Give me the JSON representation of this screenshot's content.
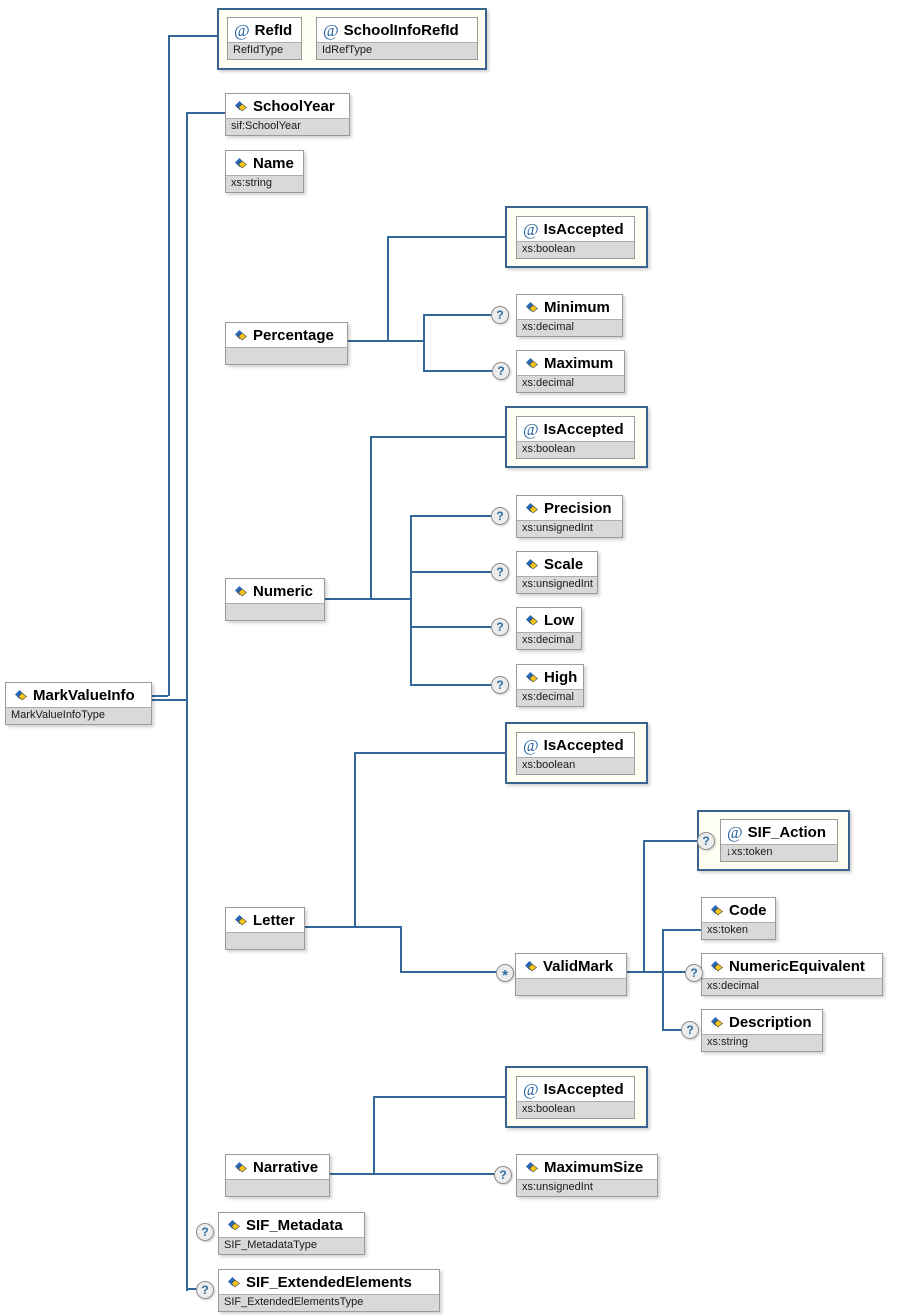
{
  "markers": {
    "attribute": "@",
    "optional": "?",
    "repeating": "*"
  },
  "colors": {
    "connector": "#336699",
    "attr_container_bg": "#fffff4",
    "attr_container_border": "#3b6591",
    "type_band_bg": "#d9d9d9",
    "box_border": "#9a9a9a",
    "icon_blue": "#2a66b5",
    "icon_yellow": "#f5c518",
    "marker_blue": "#2e6da4"
  },
  "nodes": {
    "markvalueinfo": {
      "label": "MarkValueInfo",
      "type": "MarkValueInfoType"
    },
    "refid": {
      "label": "RefId",
      "type": "RefIdType"
    },
    "schoolinforefid": {
      "label": "SchoolInfoRefId",
      "type": "IdRefType"
    },
    "schoolyear": {
      "label": "SchoolYear",
      "type": "sif:SchoolYear"
    },
    "name": {
      "label": "Name",
      "type": "xs:string"
    },
    "percentage": {
      "label": "Percentage",
      "type": ""
    },
    "percentage_isaccepted": {
      "label": "IsAccepted",
      "type": "xs:boolean"
    },
    "minimum": {
      "label": "Minimum",
      "type": "xs:decimal"
    },
    "maximum": {
      "label": "Maximum",
      "type": "xs:decimal"
    },
    "numeric": {
      "label": "Numeric",
      "type": ""
    },
    "numeric_isaccepted": {
      "label": "IsAccepted",
      "type": "xs:boolean"
    },
    "precision": {
      "label": "Precision",
      "type": "xs:unsignedInt"
    },
    "scale": {
      "label": "Scale",
      "type": "xs:unsignedInt"
    },
    "low": {
      "label": "Low",
      "type": "xs:decimal"
    },
    "high": {
      "label": "High",
      "type": "xs:decimal"
    },
    "letter": {
      "label": "Letter",
      "type": ""
    },
    "letter_isaccepted": {
      "label": "IsAccepted",
      "type": "xs:boolean"
    },
    "validmark": {
      "label": "ValidMark",
      "type": ""
    },
    "sif_action": {
      "label": "SIF_Action",
      "type": "↓xs:token"
    },
    "code": {
      "label": "Code",
      "type": "xs:token"
    },
    "numericequivalent": {
      "label": "NumericEquivalent",
      "type": "xs:decimal"
    },
    "description": {
      "label": "Description",
      "type": "xs:string"
    },
    "narrative": {
      "label": "Narrative",
      "type": ""
    },
    "narrative_isaccepted": {
      "label": "IsAccepted",
      "type": "xs:boolean"
    },
    "maximumsize": {
      "label": "MaximumSize",
      "type": "xs:unsignedInt"
    },
    "sif_metadata": {
      "label": "SIF_Metadata",
      "type": "SIF_MetadataType"
    },
    "sif_extendedelements": {
      "label": "SIF_ExtendedElements",
      "type": "SIF_ExtendedElementsType"
    }
  }
}
